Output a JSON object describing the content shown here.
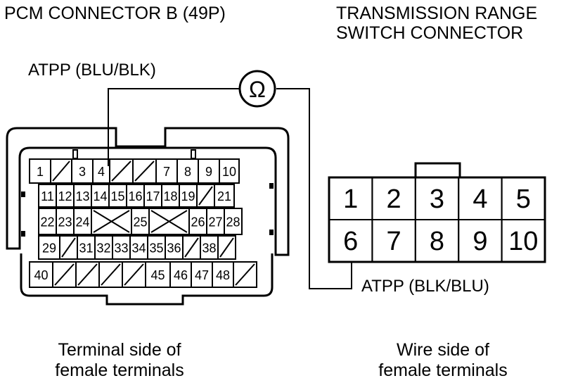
{
  "labels": {
    "pcm_title": "PCM CONNECTOR B (49P)",
    "trs_title_line1": "TRANSMISSION RANGE",
    "trs_title_line2": "SWITCH CONNECTOR",
    "atpp_pcm": "ATPP (BLU/BLK)",
    "atpp_trs": "ATPP (BLK/BLU)",
    "ohm_symbol": "Ω",
    "pcm_caption_line1": "Terminal side of",
    "pcm_caption_line2": "female terminals",
    "trs_caption_line1": "Wire side of",
    "trs_caption_line2": "female terminals"
  },
  "pcm_connector": {
    "rows": [
      [
        "1",
        "/",
        "3",
        "4",
        "/",
        "/",
        "7",
        "8",
        "9",
        "10"
      ],
      [
        "11",
        "12",
        "13",
        "14",
        "15",
        "16",
        "17",
        "18",
        "19",
        "/",
        "21"
      ],
      [
        "22",
        "23",
        "24",
        "X",
        "25",
        "X",
        "26",
        "27",
        "28"
      ],
      [
        "29",
        "/",
        "31",
        "32",
        "33",
        "34",
        "35",
        "36",
        "/",
        "38",
        "/"
      ],
      [
        "40",
        "/",
        "/",
        "/",
        "/",
        "45",
        "46",
        "47",
        "48",
        "/"
      ]
    ]
  },
  "trs_connector": {
    "rows": [
      [
        "1",
        "2",
        "3",
        "4",
        "5"
      ],
      [
        "6",
        "7",
        "8",
        "9",
        "10"
      ]
    ]
  },
  "colors": {
    "line": "#000000",
    "background": "#ffffff"
  }
}
